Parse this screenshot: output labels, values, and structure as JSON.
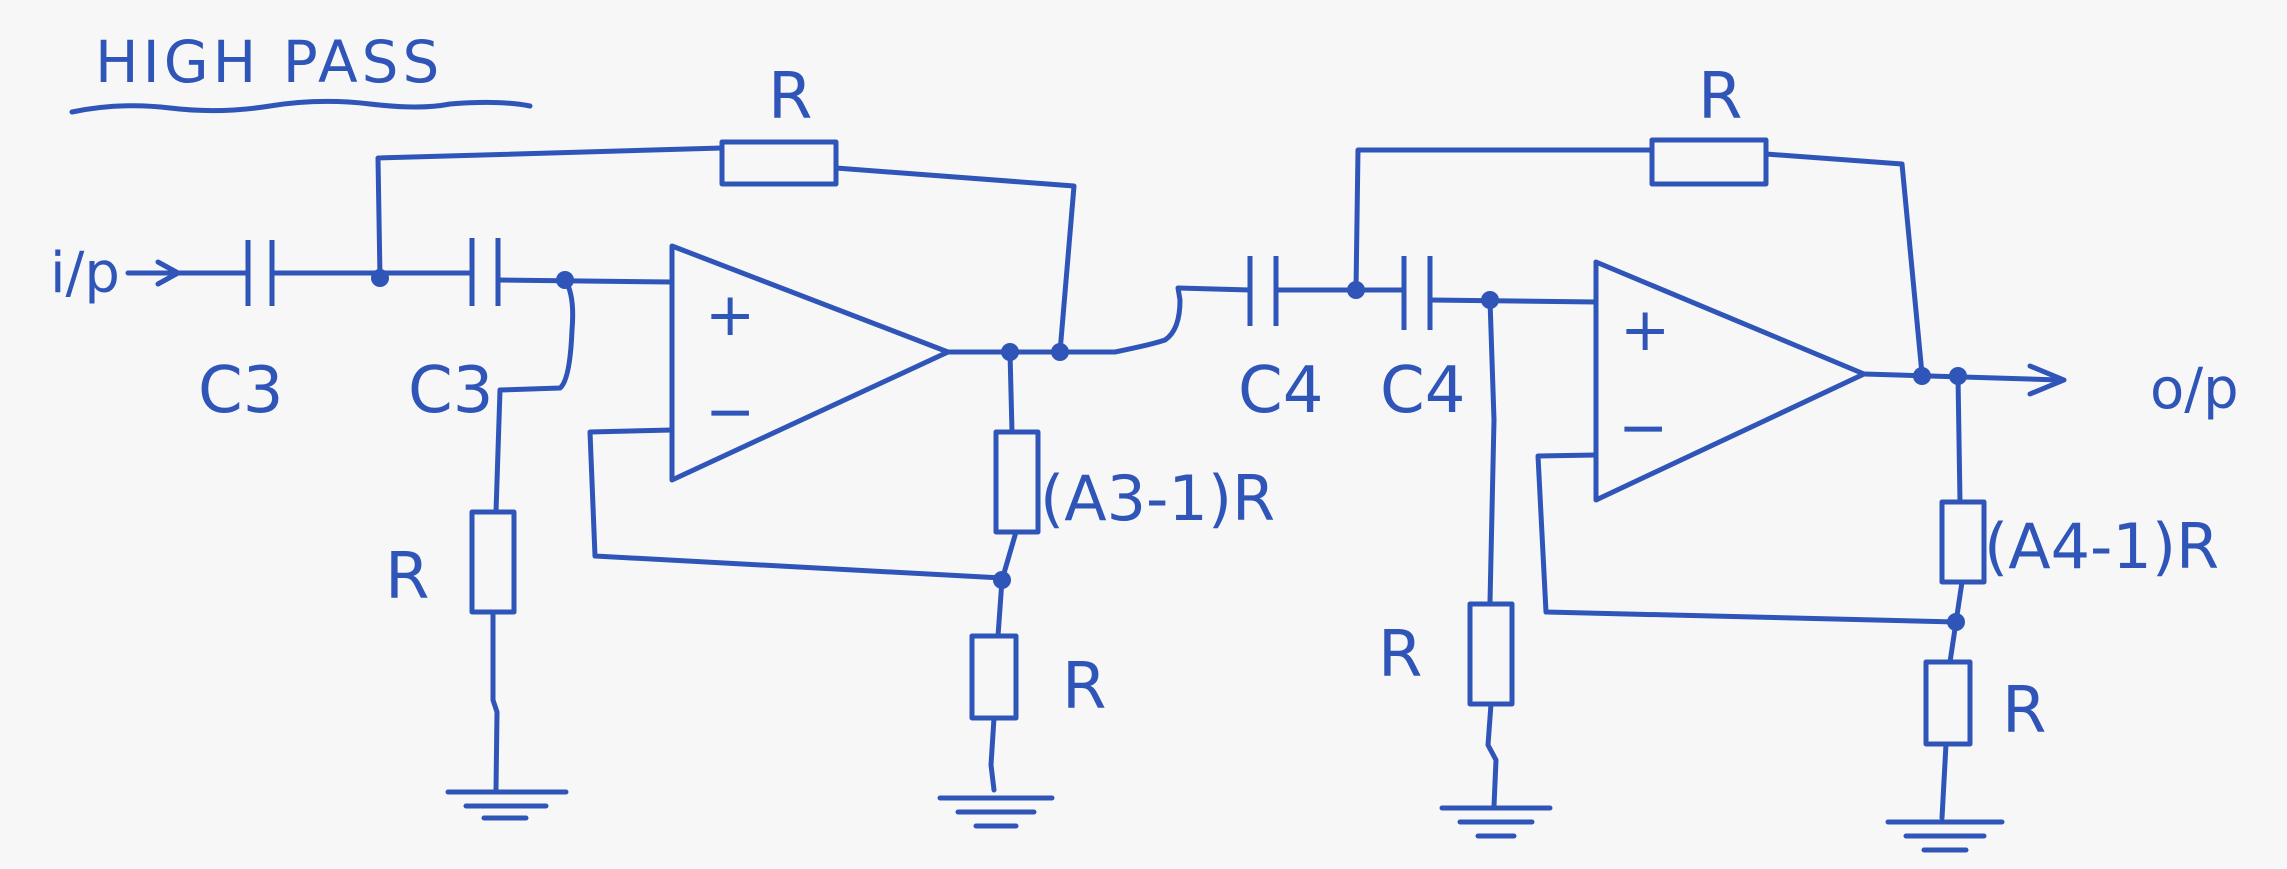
{
  "title": "HIGH PASS",
  "input_label": "i/p",
  "output_label": "o/p",
  "opamp_signs": {
    "plus": "+",
    "minus": "−"
  },
  "stage1": {
    "cap1_label": "C3",
    "cap2_label": "C3",
    "feedback_resistor_label": "R",
    "shunt_resistor_label": "R",
    "gain_resistor_label": "(A3-1)R",
    "ground_resistor_label": "R"
  },
  "stage2": {
    "cap1_label": "C4",
    "cap2_label": "C4",
    "feedback_resistor_label": "R",
    "shunt_resistor_label": "R",
    "gain_resistor_label": "(A4-1)R",
    "ground_resistor_label": "R"
  },
  "colors": {
    "ink": "#2f55b8",
    "paper": "#f7f7f7"
  }
}
